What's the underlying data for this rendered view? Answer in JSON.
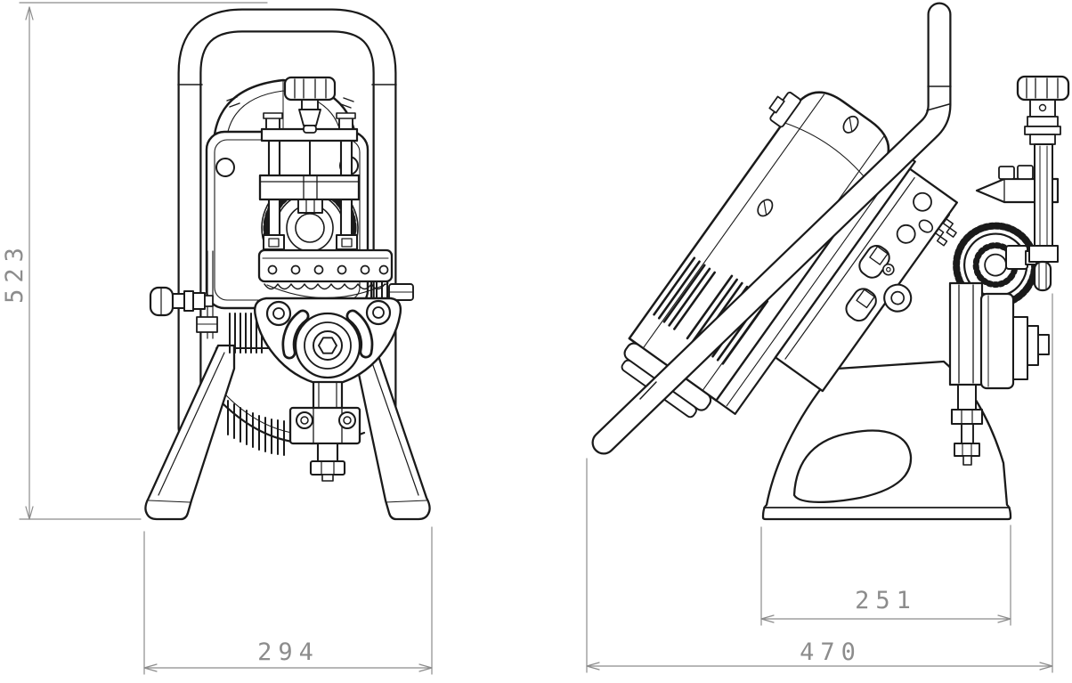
{
  "drawing": {
    "background_color": "#ffffff",
    "line_color": "#1a1a1a",
    "dimension_color": "#8c8c8c",
    "dimensions": {
      "overall_height": "523",
      "front_base_width": "294",
      "side_base_width": "251",
      "side_overall_width": "470"
    }
  }
}
